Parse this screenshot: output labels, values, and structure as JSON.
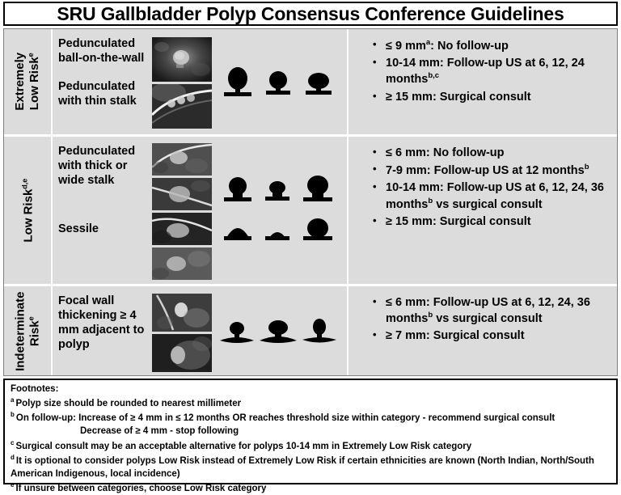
{
  "title": "SRU Gallbladder Polyp Consensus Conference Guidelines",
  "rows": [
    {
      "category_main": "Extremely",
      "category_second": "Low Risk",
      "category_sup": "e",
      "category_full": "Extremely Low Risk",
      "descriptions": [
        "Pedunculated ball-on-the-wall",
        "Pedunculated with thin stalk"
      ],
      "recommendations": [
        {
          "size": "≤ 9 mm",
          "size_sup": "a",
          "action": ": No follow-up",
          "action_sup": ""
        },
        {
          "size": "10-14 mm",
          "size_sup": "",
          "action": ": Follow-up US at 6, 12, 24 months",
          "action_sup": "b,c"
        },
        {
          "size": "≥ 15 mm",
          "size_sup": "",
          "action": ": Surgical consult",
          "action_sup": ""
        }
      ]
    },
    {
      "category_main": "Low Risk",
      "category_second": "",
      "category_sup": "d,e",
      "category_full": "Low Risk",
      "descriptions": [
        "Pedunculated with thick or wide stalk",
        "Sessile"
      ],
      "recommendations": [
        {
          "size": "≤ 6 mm",
          "size_sup": "",
          "action": ": No follow-up",
          "action_sup": ""
        },
        {
          "size": "7-9 mm",
          "size_sup": "",
          "action": ": Follow-up US at 12 months",
          "action_sup": "b"
        },
        {
          "size": "10-14 mm",
          "size_sup": "",
          "action": ": Follow-up US at 6, 12, 24, 36 months",
          "action_sup": "b",
          "action_tail": " vs surgical consult"
        },
        {
          "size": "≥ 15 mm",
          "size_sup": "",
          "action": ": Surgical consult",
          "action_sup": ""
        }
      ]
    },
    {
      "category_main": "Indeterminate",
      "category_second": "Risk",
      "category_sup": "e",
      "category_full": "Indeterminate Risk",
      "descriptions": [
        "Focal wall thickening ≥ 4 mm adjacent to polyp"
      ],
      "recommendations": [
        {
          "size": "≤ 6 mm",
          "size_sup": "",
          "action": ": Follow-up US at 6, 12, 24, 36 months",
          "action_sup": "b",
          "action_tail": " vs surgical consult"
        },
        {
          "size": "≥ 7 mm",
          "size_sup": "",
          "action": ": Surgical consult",
          "action_sup": ""
        }
      ]
    }
  ],
  "footnotes": {
    "heading": "Footnotes:",
    "items": [
      {
        "marker": "a",
        "text": "Polyp size should be rounded to nearest millimeter"
      },
      {
        "marker": "b",
        "text": "On follow-up: Increase of ≥ 4 mm in ≤ 12 months OR reaches threshold size within category - recommend surgical consult",
        "sub": "Decrease of ≥ 4 mm - stop following"
      },
      {
        "marker": "c",
        "text": "Surgical consult may be an acceptable alternative for polyps 10-14 mm in Extremely Low Risk category"
      },
      {
        "marker": "d",
        "text": "It is optional to consider polyps Low Risk instead of Extremely Low Risk if certain ethnicities are known (North Indian, North/South American Indigenous, local incidence)"
      },
      {
        "marker": "e",
        "text": "If unsure between categories, choose Low Risk category"
      }
    ]
  },
  "colors": {
    "table_background": "#dcdcdc",
    "divider": "#ffffff",
    "border": "#000000",
    "text": "#000000",
    "glyph": "#000000"
  }
}
